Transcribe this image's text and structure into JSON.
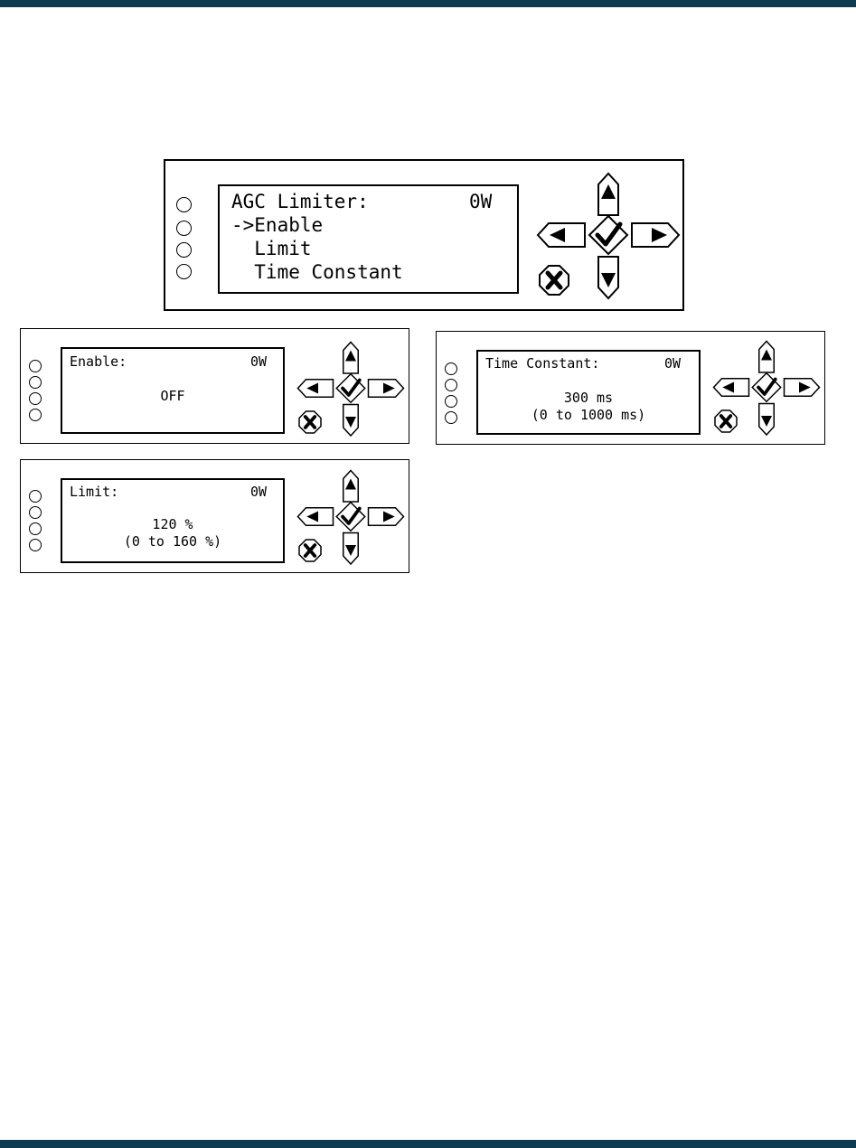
{
  "panels": {
    "main": {
      "title": "AGC Limiter:",
      "power": "0W",
      "items": [
        "->Enable",
        "  Limit",
        "  Time Constant"
      ]
    },
    "enable": {
      "title": "Enable:",
      "power": "0W",
      "value": "OFF",
      "range": ""
    },
    "time_constant": {
      "title": "Time Constant:",
      "power": "0W",
      "value": "300 ms",
      "range": "(0 to 1000 ms)"
    },
    "limit": {
      "title": "Limit:",
      "power": "0W",
      "value": "120 %",
      "range": "(0 to 160 %)"
    }
  },
  "colors": {
    "frame_bar": "#0d3b4f",
    "ink": "#000000",
    "paper": "#ffffff"
  },
  "keypad_icons": [
    "up-arrow-icon",
    "down-arrow-icon",
    "left-arrow-icon",
    "right-arrow-icon",
    "check-icon",
    "x-icon"
  ]
}
